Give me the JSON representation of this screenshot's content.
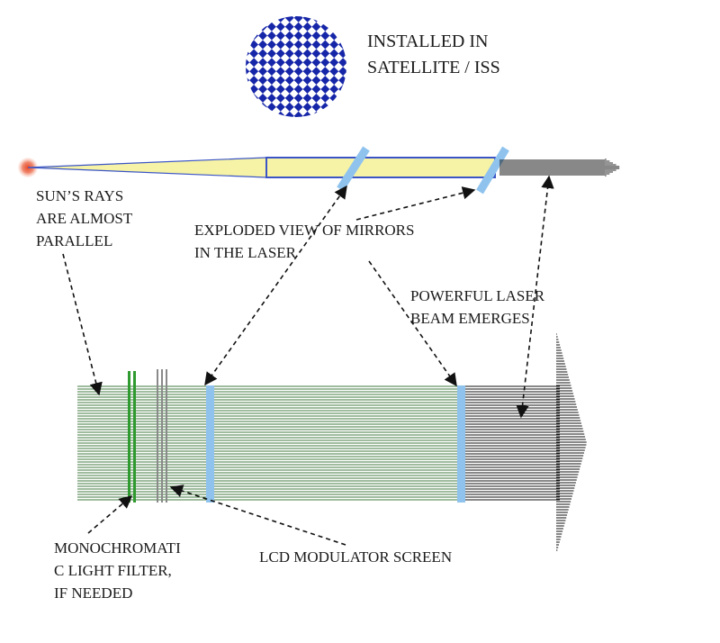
{
  "labels": {
    "installed_1": "INSTALLED IN",
    "installed_2": "SATELLITE / ISS",
    "sun_1": "SUN’S RAYS",
    "sun_2": "ARE ALMOST",
    "sun_3": "PARALLEL",
    "exploded_1": "EXPLODED VIEW OF MIRRORS",
    "exploded_2": "IN THE LASER",
    "powerful_1": "POWERFUL LASER",
    "powerful_2": "BEAM EMERGES",
    "mono_1": "MONOCHROMATI",
    "mono_2": "C LIGHT FILTER,",
    "mono_3": "IF NEEDED",
    "lcd": "LCD MODULATOR SCREEN"
  },
  "colors": {
    "satellite_blue": "#1626a8",
    "mirror_blue": "#8fc3ee",
    "cone_fill": "#f6f3a6",
    "cavity_outline": "#3b55c6",
    "green_lines": "#3f7a3f",
    "filter_green": "#2f9a2f",
    "beam_black": "#111111",
    "sun_core": "#e84a2a",
    "sun_glow": "#f6b8a8"
  },
  "icons": {
    "satellite": "checkered-sphere-icon",
    "sun": "sun-icon"
  }
}
